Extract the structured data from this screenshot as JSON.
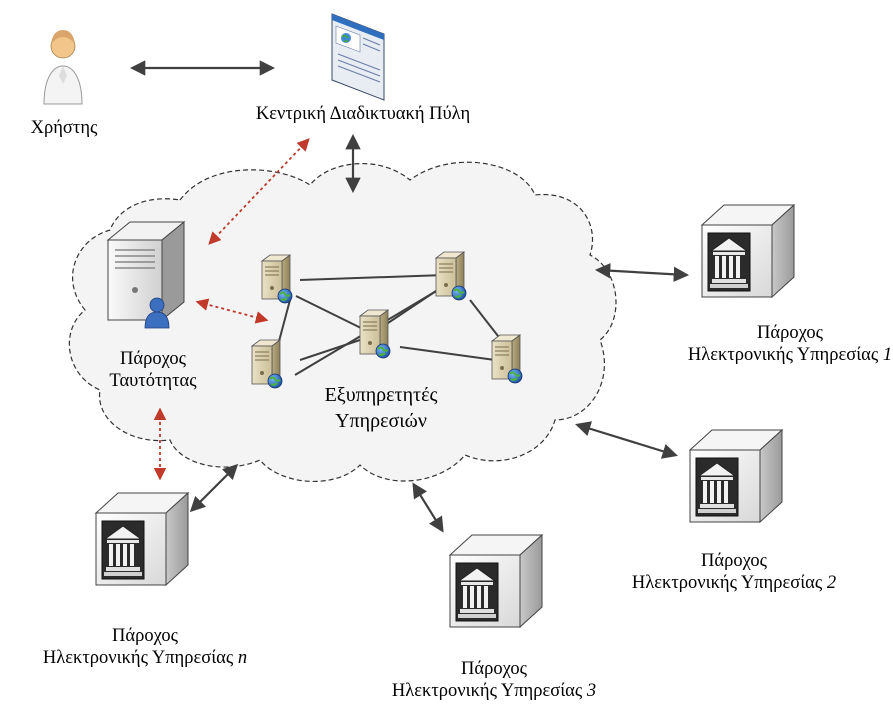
{
  "user": {
    "label": "Χρήστης"
  },
  "portal": {
    "label": "Κεντρική Διαδικτυακή Πύλη"
  },
  "identity_provider": {
    "line1": "Πάροχος",
    "line2": "Ταυτότητας"
  },
  "service_servers": {
    "line1": "Εξυπηρετητές",
    "line2": "Υπηρεσιών"
  },
  "providers": [
    {
      "line1": "Πάροχος",
      "line2_text": "Ηλεκτρονικής Υπηρεσίας",
      "index": "1"
    },
    {
      "line1": "Πάροχος",
      "line2_text": "Ηλεκτρονικής Υπηρεσίας",
      "index": "2"
    },
    {
      "line1": "Πάροχος",
      "line2_text": "Ηλεκτρονικής Υπηρεσίας",
      "index": "3"
    },
    {
      "line1": "Πάροχος",
      "line2_text": "Ηλεκτρονικής Υπηρεσίας",
      "index": "n"
    }
  ],
  "colors": {
    "solid_arrow": "#404040",
    "dotted_arrow": "#c0392b",
    "cloud_fill": "#f4f4f4",
    "cloud_stroke": "#333333"
  }
}
